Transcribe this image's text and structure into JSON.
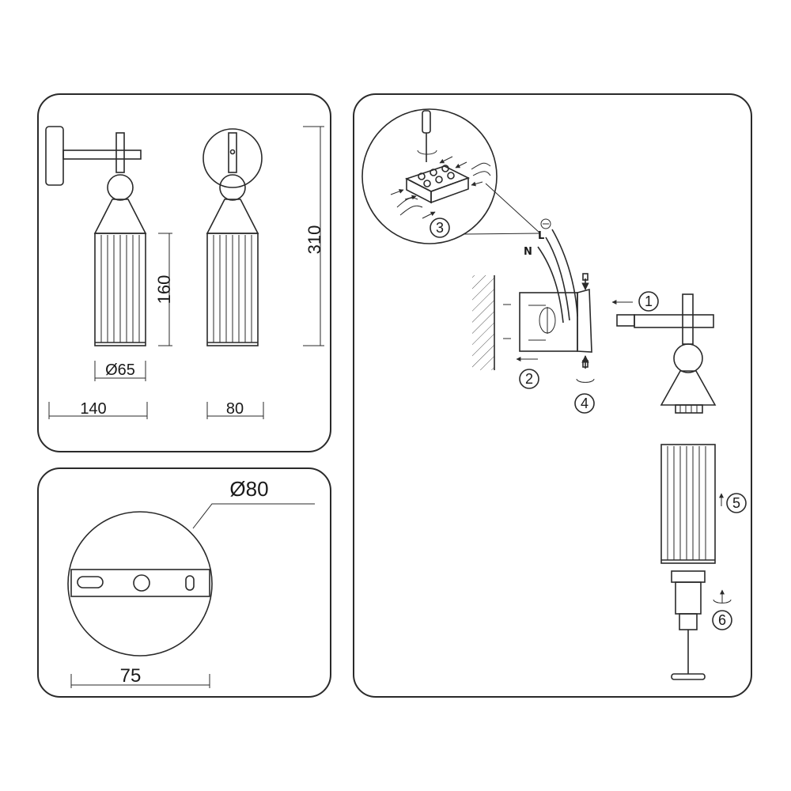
{
  "dimensions": {
    "width_front": "140",
    "width_side": "80",
    "shade_diameter": "Ø65",
    "shade_height": "160",
    "total_height": "310",
    "base_diameter": "Ø80",
    "plate_length": "75"
  },
  "steps": [
    "1",
    "2",
    "3",
    "4",
    "5",
    "6"
  ],
  "wire_labels": {
    "live": "L",
    "neutral": "N"
  }
}
